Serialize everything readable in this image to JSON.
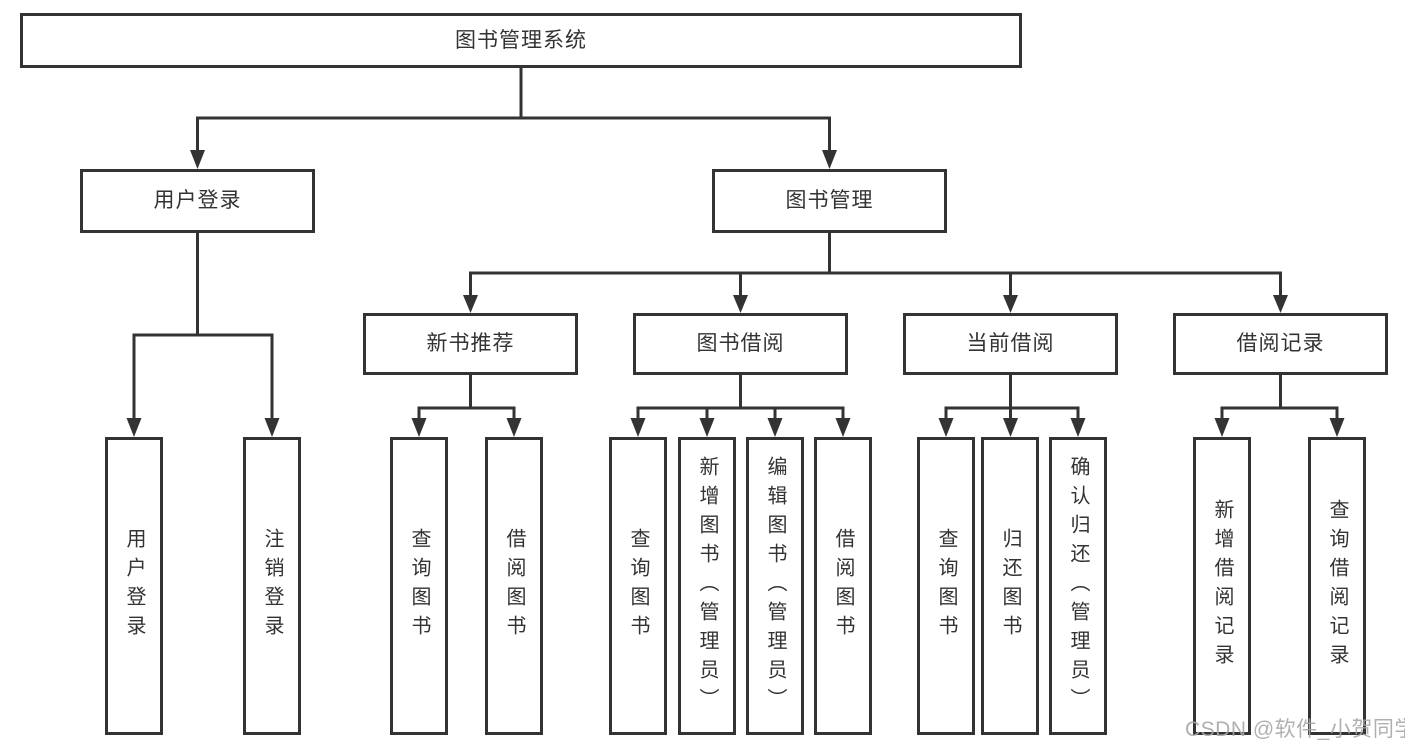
{
  "diagram_title": "图书管理系统",
  "tree": {
    "label": "图书管理系统",
    "children": [
      {
        "label": "用户登录",
        "children": [
          {
            "label": "用户登录"
          },
          {
            "label": "注销登录"
          }
        ]
      },
      {
        "label": "图书管理",
        "children": [
          {
            "label": "新书推荐",
            "children": [
              {
                "label": "查询图书"
              },
              {
                "label": "借阅图书"
              }
            ]
          },
          {
            "label": "图书借阅",
            "children": [
              {
                "label": "查询图书"
              },
              {
                "label": "新增图书（管理员）"
              },
              {
                "label": "编辑图书（管理员）"
              },
              {
                "label": "借阅图书"
              }
            ]
          },
          {
            "label": "当前借阅",
            "children": [
              {
                "label": "查询图书"
              },
              {
                "label": "归还图书"
              },
              {
                "label": "确认归还（管理员）"
              }
            ]
          },
          {
            "label": "借阅记录",
            "children": [
              {
                "label": "新增借阅记录"
              },
              {
                "label": "查询借阅记录"
              }
            ]
          }
        ]
      }
    ]
  },
  "watermark": {
    "text": "CSDN @软件_小贺同学",
    "color": "#a8a8a8"
  },
  "style": {
    "line_color": "#333333",
    "text_color": "#333333",
    "background": "#ffffff"
  }
}
